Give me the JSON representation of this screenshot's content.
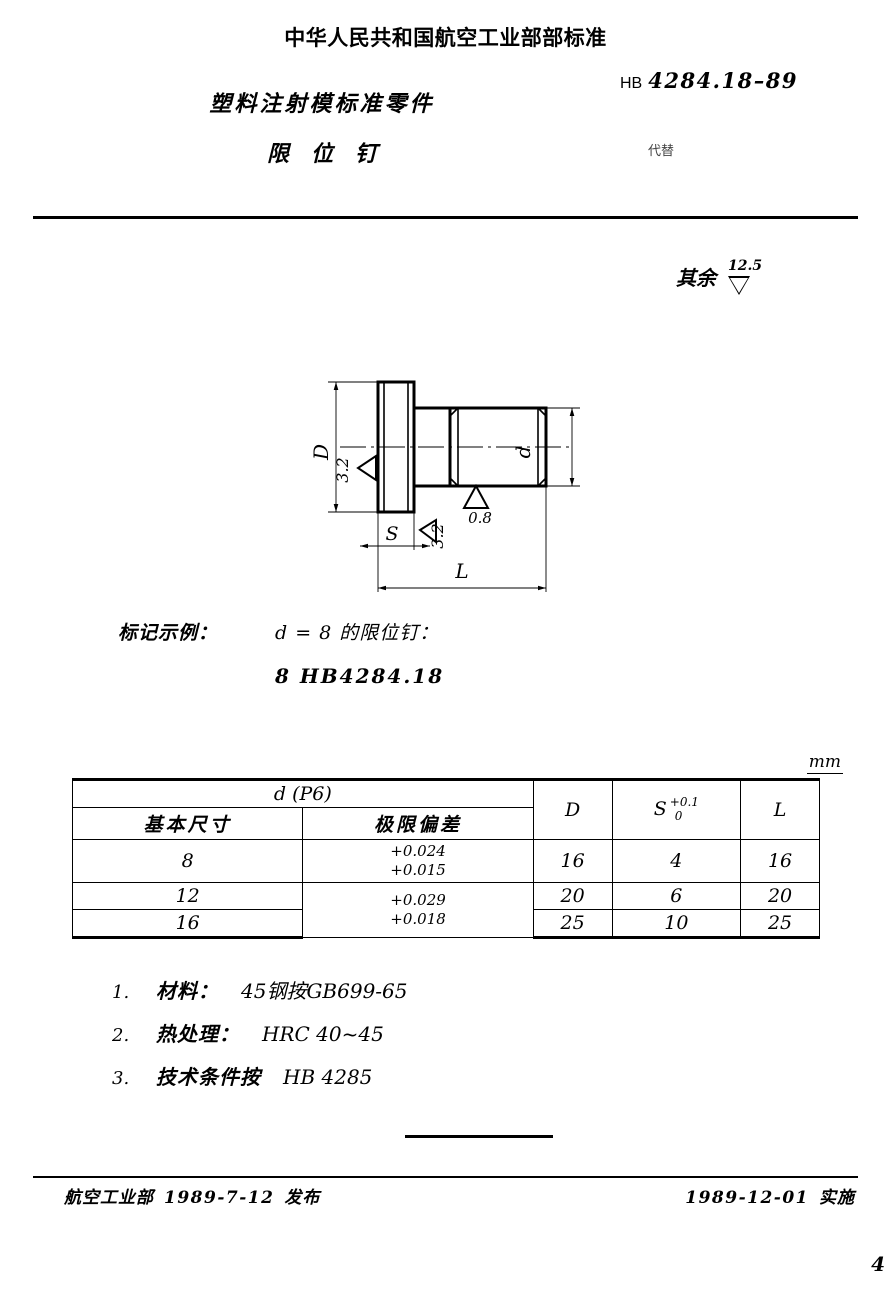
{
  "header": {
    "national_title": "中华人民共和国航空工业部部标准",
    "doc_title_line1": "塑料注射模标准零件",
    "doc_title_line2": "限位钉",
    "std_prefix": "HB",
    "std_number": "4284.18–89",
    "replaces_label": "代替"
  },
  "roughness": {
    "other_label": "其余",
    "other_value": "12.5",
    "flange_face": "3.2",
    "shank_face": "0.8",
    "seat_face": "3.2"
  },
  "drawing": {
    "dim_D": "D",
    "dim_d": "d",
    "dim_S": "S",
    "dim_L": "L"
  },
  "marking": {
    "label": "标记示例：",
    "line1": "d = 8  的限位钉：",
    "line2": "8 HB4284.18"
  },
  "table": {
    "unit": "mm",
    "group_header": "d (P6)",
    "columns": [
      "基本尺寸",
      "极限偏差",
      "D",
      "S",
      "L"
    ],
    "s_tol_hi": "+0.1",
    "s_tol_lo": "0",
    "rows": [
      {
        "basic": "8",
        "tol_hi": "+0.024",
        "tol_lo": "+0.015",
        "D": "16",
        "S": "4",
        "L": "16"
      },
      {
        "basic": "12",
        "tol_hi": "+0.029",
        "tol_lo": "+0.018",
        "D": "20",
        "S": "6",
        "L": "20"
      },
      {
        "basic": "16",
        "tol_hi": "",
        "tol_lo": "",
        "D": "25",
        "S": "10",
        "L": "25"
      }
    ]
  },
  "notes": [
    {
      "num": "1.",
      "key": "材料：",
      "value": "45钢按GB699-65"
    },
    {
      "num": "2.",
      "key": "热处理：",
      "value": "HRC 40~45"
    },
    {
      "num": "3.",
      "key": "技术条件按",
      "value": "HB 4285"
    }
  ],
  "footer": {
    "issuer": "航空工业部",
    "issue_date": "1989-7-12",
    "issue_action": "发布",
    "effective_date": "1989-12-01",
    "effective_action": "实施",
    "page_number": "4"
  }
}
